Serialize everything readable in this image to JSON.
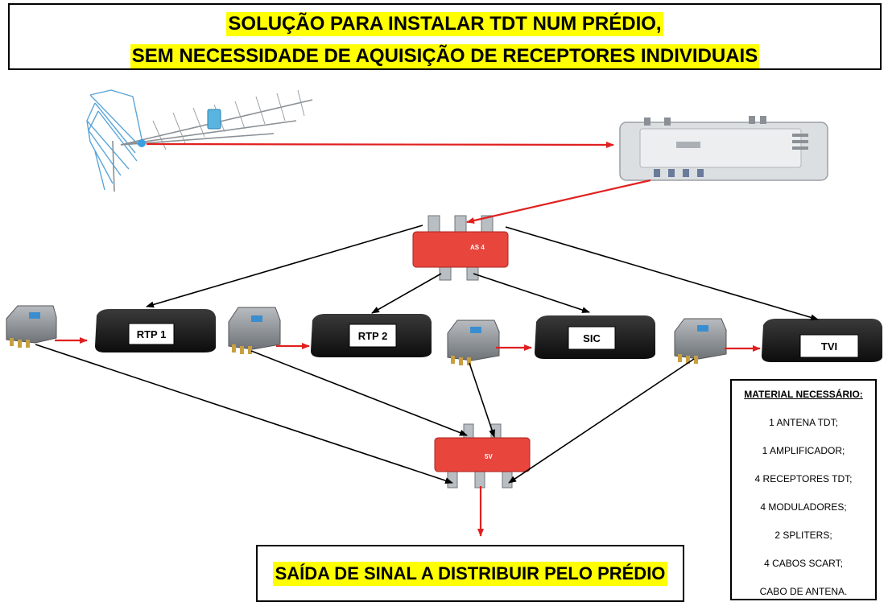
{
  "title": {
    "line1": "SOLUÇÃO PARA INSTALAR TDT NUM PRÉDIO,",
    "line2": "SEM NECESSIDADE DE AQUISIÇÃO  DE RECEPTORES INDIVIDUAIS"
  },
  "receivers": [
    {
      "label": "RTP 1"
    },
    {
      "label": "RTP 2"
    },
    {
      "label": "SIC"
    },
    {
      "label": "TVI"
    }
  ],
  "output_label": "SAÍDA DE SINAL A DISTRIBUIR PELO PRÉDIO",
  "materials": {
    "title": "MATERIAL NECESSÁRIO:",
    "items": [
      "1 ANTENA TDT;",
      "1 AMPLIFICADOR;",
      "4 RECEPTORES TDT;",
      "4 MODULADORES;",
      "2 SPLITERS;",
      "4 CABOS SCART;",
      "CABO DE ANTENA."
    ]
  },
  "colors": {
    "highlight": "#ffff00",
    "signal_arrow": "#e02020",
    "cable_arrow": "#000000",
    "splitter": "#e8453c"
  }
}
